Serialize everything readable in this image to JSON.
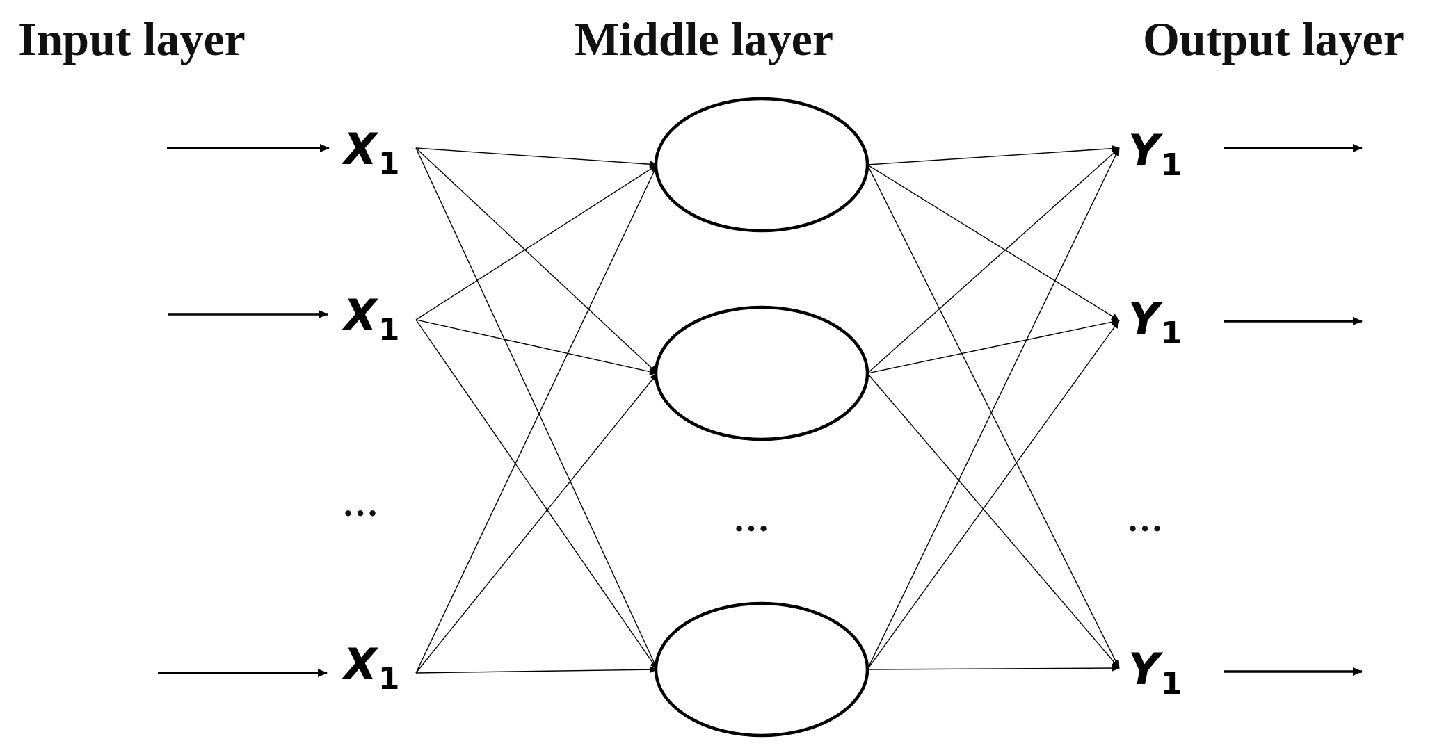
{
  "headings": {
    "input": "Input layer",
    "middle": "Middle layer",
    "output": "Output layer"
  },
  "inputs": [
    {
      "symbol": "X",
      "subscript": "1"
    },
    {
      "symbol": "X",
      "subscript": "1"
    },
    {
      "symbol": "X",
      "subscript": "1"
    }
  ],
  "outputs": [
    {
      "symbol": "Y",
      "subscript": "1"
    },
    {
      "symbol": "Y",
      "subscript": "1"
    },
    {
      "symbol": "Y",
      "subscript": "1"
    }
  ],
  "ellipsis": "…",
  "colors": {
    "line": "#000000",
    "text": "#111111",
    "background": "#ffffff"
  }
}
